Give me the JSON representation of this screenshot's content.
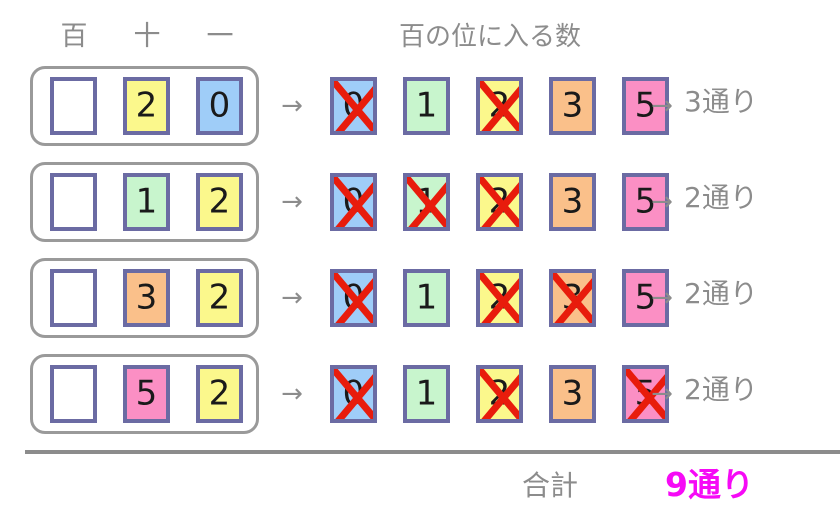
{
  "headers": {
    "place_columns": [
      "百",
      "十",
      "一"
    ],
    "candidates_title": "百の位に入る数"
  },
  "symbols": {
    "arrow": "→",
    "blank": ""
  },
  "palette": {
    "digit_0": "#9fcdf8",
    "digit_1": "#c8f5cd",
    "digit_2": "#fbf88c",
    "digit_3": "#fac08a",
    "digit_5": "#fb8fc4",
    "blank_cell": "#ffffff",
    "card_border": "#6b6ba3",
    "group_border": "#9a9a9a",
    "ink": "#8c8c8c",
    "cross": "#e81c0c",
    "total": "#f60af6"
  },
  "rows": [
    {
      "place_cells": [
        {
          "digit": "",
          "color": "#ffffff"
        },
        {
          "digit": "2",
          "color": "#fbf88c"
        },
        {
          "digit": "0",
          "color": "#9fcdf8"
        }
      ],
      "candidates": [
        {
          "digit": "0",
          "color": "#9fcdf8",
          "eliminated": true
        },
        {
          "digit": "1",
          "color": "#c8f5cd",
          "eliminated": false
        },
        {
          "digit": "2",
          "color": "#fbf88c",
          "eliminated": true
        },
        {
          "digit": "3",
          "color": "#fac08a",
          "eliminated": false
        },
        {
          "digit": "5",
          "color": "#fb8fc4",
          "eliminated": false
        }
      ],
      "result": "3通り",
      "count": 3
    },
    {
      "place_cells": [
        {
          "digit": "",
          "color": "#ffffff"
        },
        {
          "digit": "1",
          "color": "#c8f5cd"
        },
        {
          "digit": "2",
          "color": "#fbf88c"
        }
      ],
      "candidates": [
        {
          "digit": "0",
          "color": "#9fcdf8",
          "eliminated": true
        },
        {
          "digit": "1",
          "color": "#c8f5cd",
          "eliminated": true
        },
        {
          "digit": "2",
          "color": "#fbf88c",
          "eliminated": true
        },
        {
          "digit": "3",
          "color": "#fac08a",
          "eliminated": false
        },
        {
          "digit": "5",
          "color": "#fb8fc4",
          "eliminated": false
        }
      ],
      "result": "2通り",
      "count": 2
    },
    {
      "place_cells": [
        {
          "digit": "",
          "color": "#ffffff"
        },
        {
          "digit": "3",
          "color": "#fac08a"
        },
        {
          "digit": "2",
          "color": "#fbf88c"
        }
      ],
      "candidates": [
        {
          "digit": "0",
          "color": "#9fcdf8",
          "eliminated": true
        },
        {
          "digit": "1",
          "color": "#c8f5cd",
          "eliminated": false
        },
        {
          "digit": "2",
          "color": "#fbf88c",
          "eliminated": true
        },
        {
          "digit": "3",
          "color": "#fac08a",
          "eliminated": true
        },
        {
          "digit": "5",
          "color": "#fb8fc4",
          "eliminated": false
        }
      ],
      "result": "2通り",
      "count": 2
    },
    {
      "place_cells": [
        {
          "digit": "",
          "color": "#ffffff"
        },
        {
          "digit": "5",
          "color": "#fb8fc4"
        },
        {
          "digit": "2",
          "color": "#fbf88c"
        }
      ],
      "candidates": [
        {
          "digit": "0",
          "color": "#9fcdf8",
          "eliminated": true
        },
        {
          "digit": "1",
          "color": "#c8f5cd",
          "eliminated": false
        },
        {
          "digit": "2",
          "color": "#fbf88c",
          "eliminated": true
        },
        {
          "digit": "3",
          "color": "#fac08a",
          "eliminated": false
        },
        {
          "digit": "5",
          "color": "#fb8fc4",
          "eliminated": true
        }
      ],
      "result": "2通り",
      "count": 2
    }
  ],
  "footer": {
    "total_label": "合計",
    "total_value": "9通り",
    "total_count": 9
  }
}
